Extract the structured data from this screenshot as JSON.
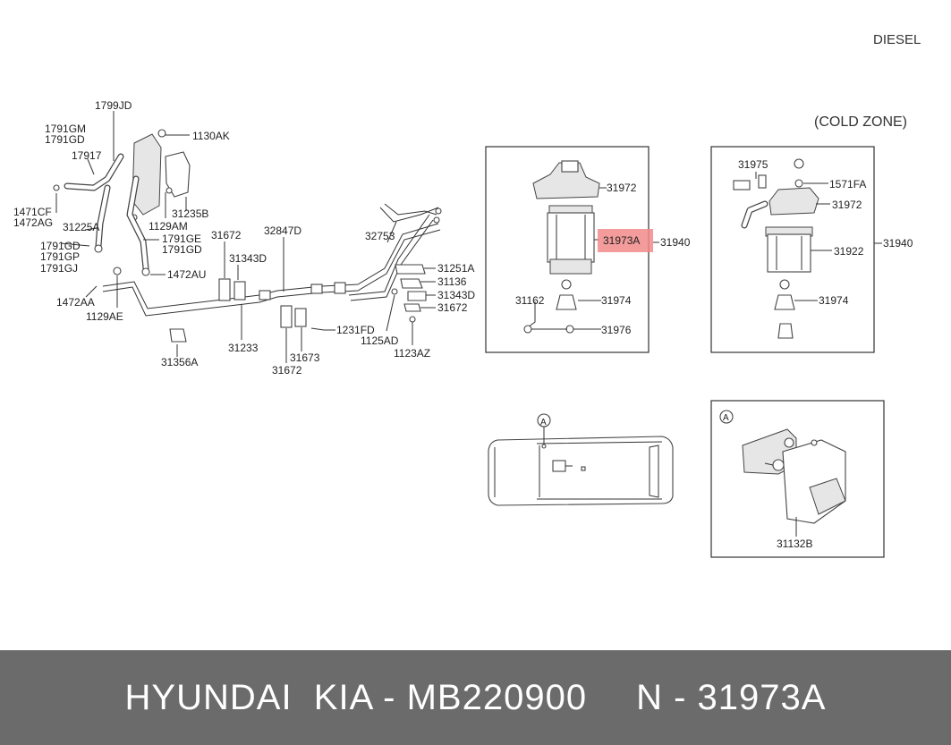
{
  "header": {
    "engine": "DIESEL",
    "zone": "(COLD ZONE)"
  },
  "highlight_color": "#f28a8a",
  "labels": {
    "l1799jd": "1799JD",
    "l1791gm": "1791GM",
    "l1791gd_a": "1791GD",
    "l17917": "17917",
    "l1130ak": "1130AK",
    "l1471cf": "1471CF",
    "l1472ag": "1472AG",
    "l31225a": "31225A",
    "l31235b": "31235B",
    "l1129am": "1129AM",
    "l1791gd_b": "1791GD",
    "l1791gp": "1791GP",
    "l1791gj": "1791GJ",
    "l1791ge": "1791GE",
    "l1791gd_c": "1791GD",
    "l1472au": "1472AU",
    "l1472aa": "1472AA",
    "l1129ae": "1129AE",
    "l31356a": "31356A",
    "l31233": "31233",
    "l31672_a": "31672",
    "l31343d_a": "31343D",
    "l32847d": "32847D",
    "l31673": "31673",
    "l31672_b": "31672",
    "l1231fd": "1231FD",
    "l32753": "32753",
    "l31251a": "31251A",
    "l31136": "31136",
    "l31343d_b": "31343D",
    "l31672_c": "31672",
    "l1125ad": "1125AD",
    "l1123az": "1123AZ",
    "l31972_a": "31972",
    "l31973a": "31973A",
    "l31940_a": "31940",
    "l31162": "31162",
    "l31974_a": "31974",
    "l31976": "31976",
    "l31975": "31975",
    "l1571fa": "1571FA",
    "l31972_b": "31972",
    "l31922": "31922",
    "l31940_b": "31940",
    "l31974_b": "31974",
    "la_car": "A",
    "la_box": "A",
    "l31132b": "31132B"
  },
  "footer": {
    "brand": "HYUNDAI  KIA - MB220900",
    "part": "N - 31973A"
  }
}
